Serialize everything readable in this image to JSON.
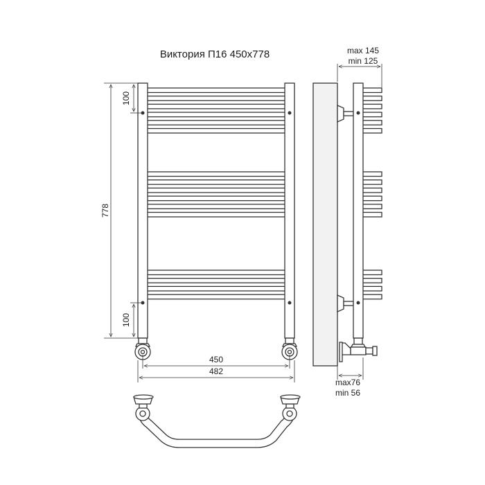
{
  "title": "Виктория П16 450х778",
  "front_view": {
    "dim_height": "778",
    "dim_top_offset": "100",
    "dim_bottom_offset": "100",
    "dim_axis_width": "450",
    "dim_total_width": "482",
    "bar_count": 16
  },
  "side_view": {
    "depth_max": "max 145",
    "depth_min": "min 125",
    "wall_max": "max76",
    "wall_min": "min 56"
  },
  "colors": {
    "line": "#333333",
    "wall_fill": "#f2f2f2",
    "text": "#1a1a1a"
  },
  "icons": [
    "valve-icon",
    "mounting-bracket-icon",
    "elbow-pipe-icon"
  ]
}
